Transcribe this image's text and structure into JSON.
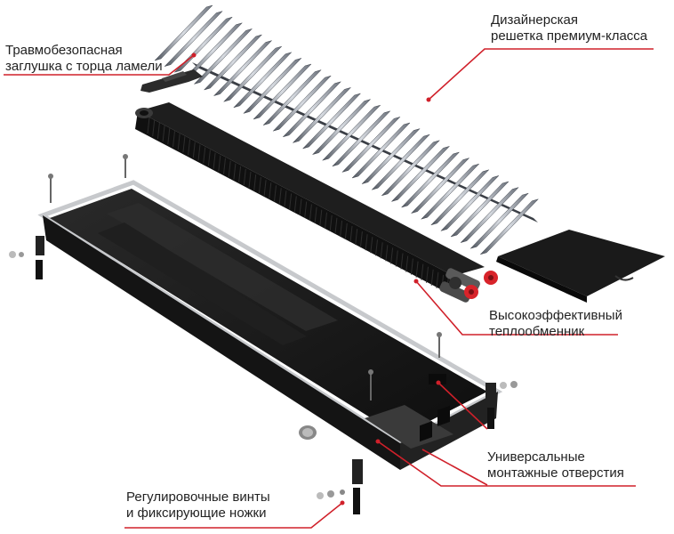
{
  "callouts": {
    "grille": {
      "line1": "Дизайнерская",
      "line2": "решетка премиум-класса"
    },
    "end_cap": {
      "line1": "Травмобезопасная",
      "line2": "заглушка с торца ламели"
    },
    "heat_exchanger": {
      "line1": "Высокоэффективный",
      "line2": "теплообменник"
    },
    "mount_holes": {
      "line1": "Универсальные",
      "line2": "монтажные отверстия"
    },
    "leveling_screws": {
      "line1": "Регулировочные винты",
      "line2": "и фиксирующие ножки"
    }
  },
  "colors": {
    "leader_line": "#d0202a",
    "grille_light": "#c9ced6",
    "grille_dark": "#59606b",
    "body_dark": "#1b1b1b",
    "frame_silver": "#c7c9cc",
    "valve_red": "#d8232a"
  }
}
